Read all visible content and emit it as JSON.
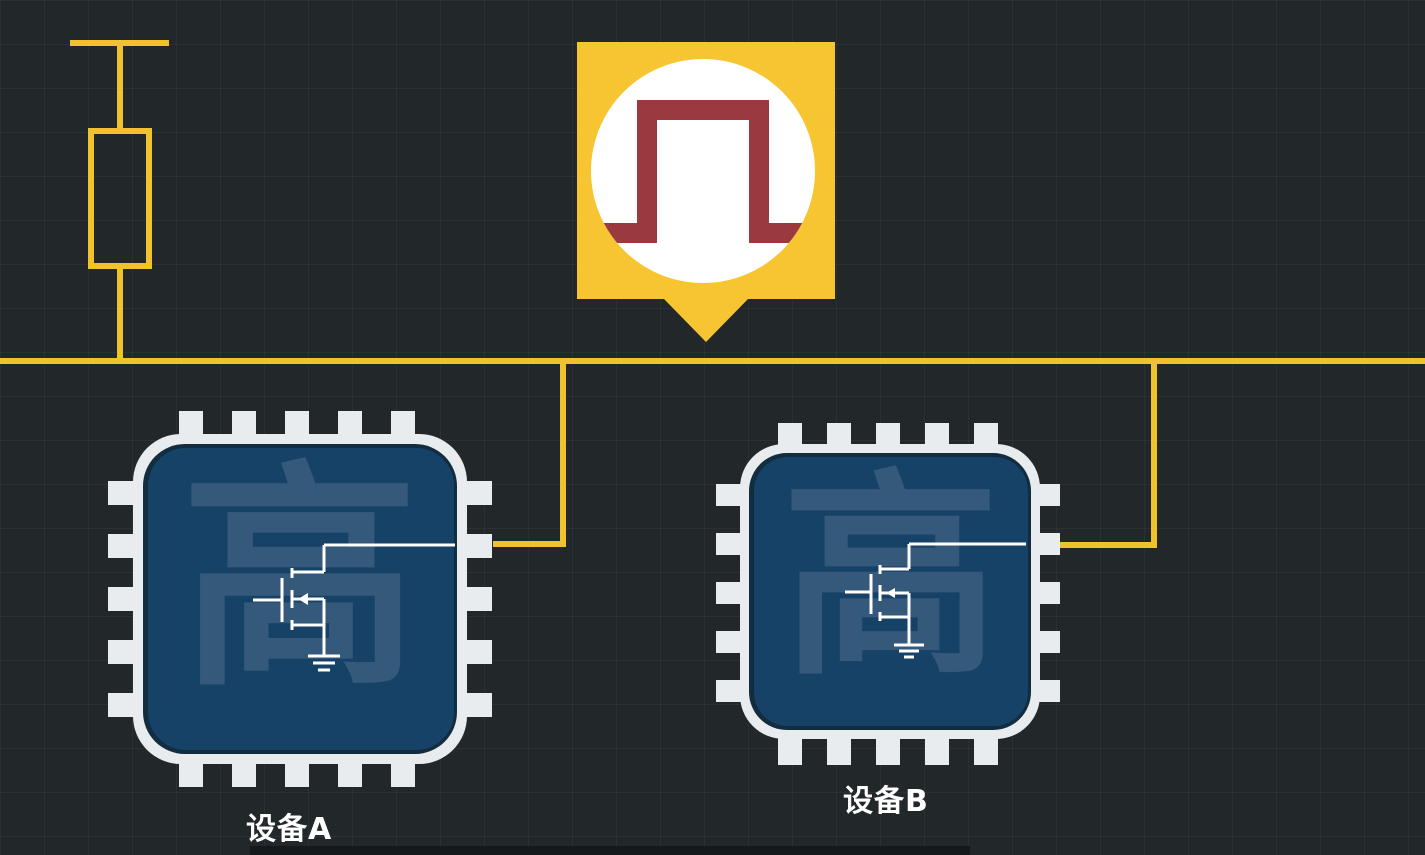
{
  "colors": {
    "bus_wire": "#f0c22e",
    "chip_body": "#174268",
    "chip_frame": "#e9ecee",
    "pulse_badge": "#f7c531",
    "pulse_signal": "#9a3a3e",
    "background": "#22272a"
  },
  "signal_badge": {
    "icon": "square-pulse-icon"
  },
  "pull_up": {
    "icon": "resistor-icon"
  },
  "devices": [
    {
      "label": "设备A",
      "state_text": "高",
      "icon": "nmos-transistor-icon"
    },
    {
      "label": "设备B",
      "state_text": "高",
      "icon": "nmos-transistor-icon"
    }
  ]
}
